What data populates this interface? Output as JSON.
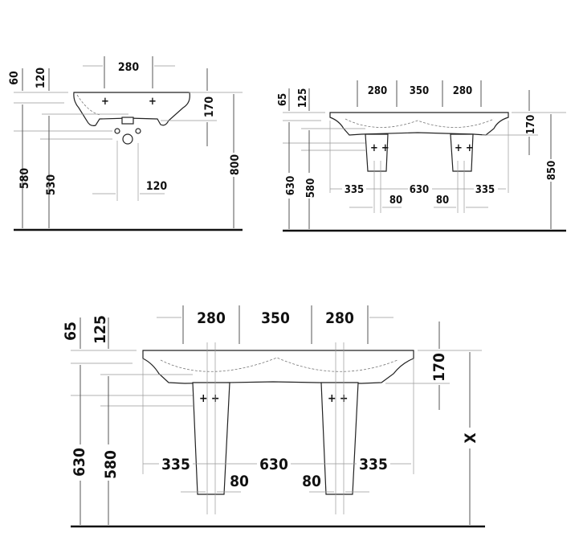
{
  "drawings": [
    {
      "name": "single-washbasin-front",
      "dims": {
        "width_top": "280",
        "top_60": "60",
        "top_120": "120",
        "depth_170": "170",
        "height_800": "800",
        "h_580": "580",
        "h_530": "530",
        "waste_120": "120"
      }
    },
    {
      "name": "double-washbasin-half-pedestals",
      "dims": {
        "w1": "280",
        "w2": "350",
        "w3": "280",
        "top_65": "65",
        "top_125": "125",
        "depth_170": "170",
        "height_850": "850",
        "h_630": "630",
        "h_580": "580",
        "b1": "335",
        "b2": "630",
        "b3": "335",
        "p1": "80",
        "p2": "80"
      }
    },
    {
      "name": "double-washbasin-full-pedestals",
      "dims": {
        "w1": "280",
        "w2": "350",
        "w3": "280",
        "top_65": "65",
        "top_125": "125",
        "depth_170": "170",
        "height_x": "X",
        "h_630": "630",
        "h_580": "580",
        "b1": "335",
        "b2": "630",
        "b3": "335",
        "p1": "80",
        "p2": "80"
      }
    }
  ]
}
